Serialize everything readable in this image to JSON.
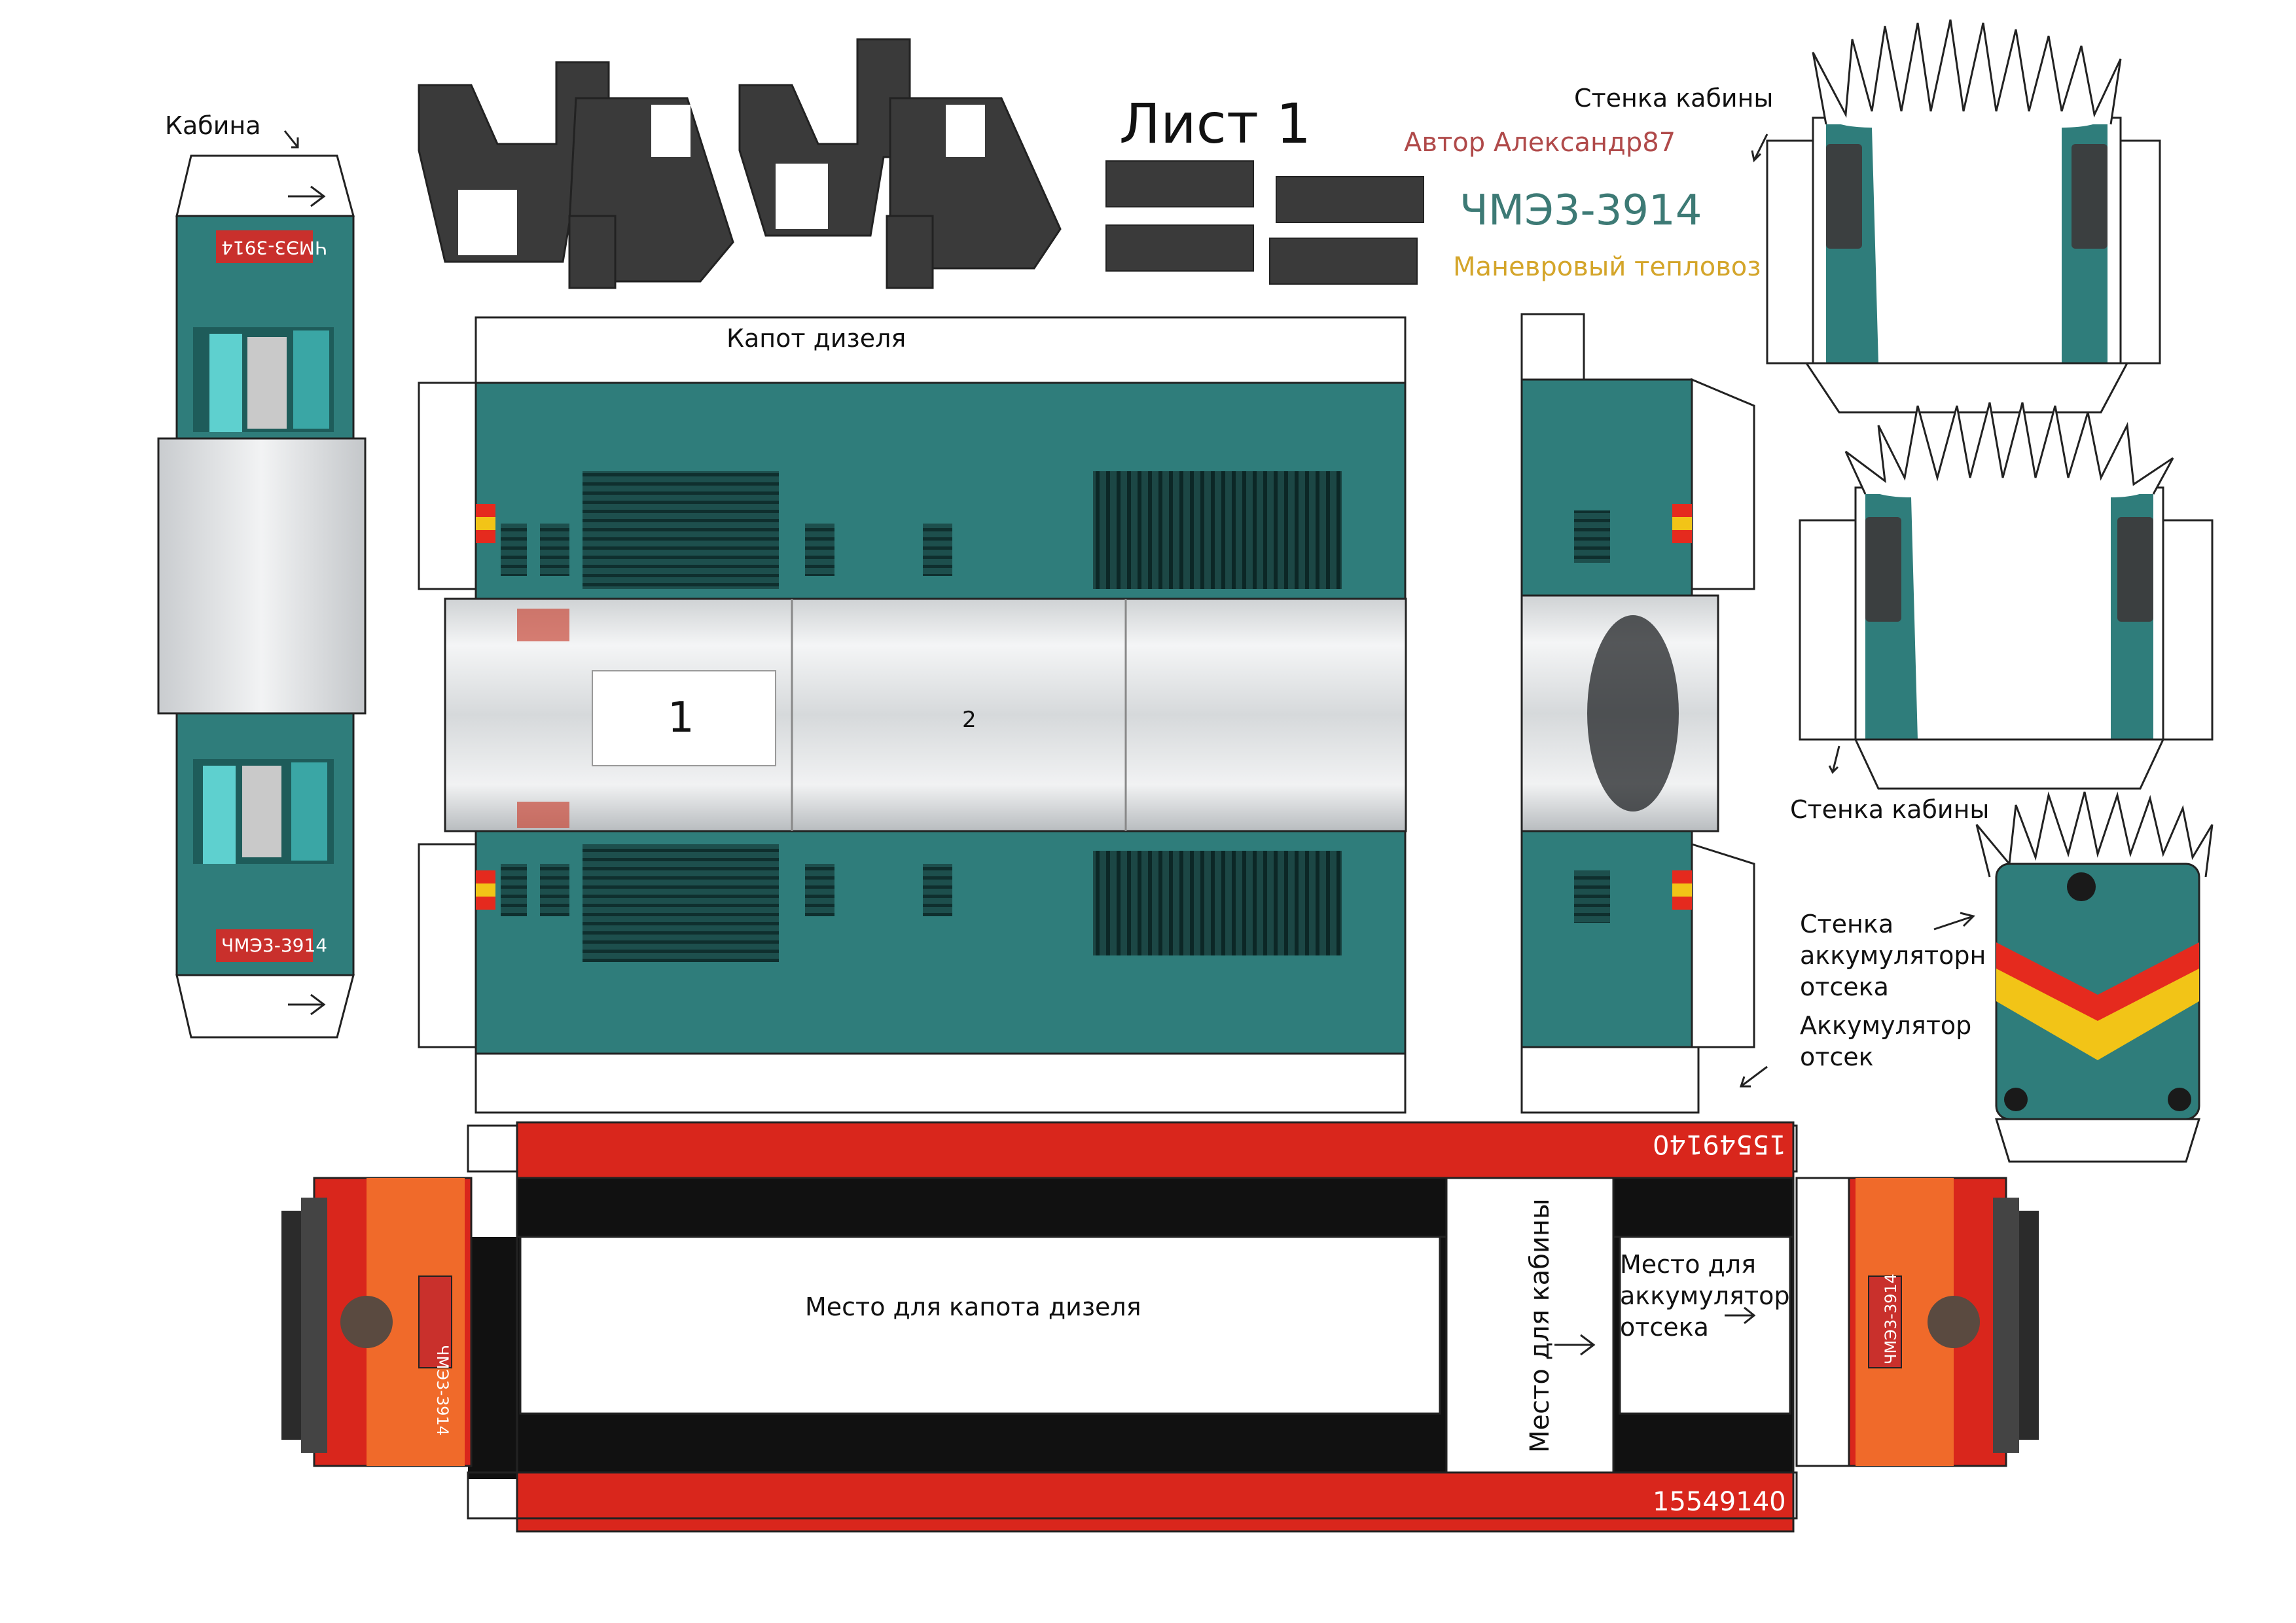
{
  "sheet": {
    "title": "Лист 1",
    "author": "Автор Александр87",
    "model": "ЧМЭ3-3914",
    "subtitle": "Маневровый тепловоз",
    "colors": {
      "teal": "#2f7d7b",
      "teal_dark": "#1f5f5d",
      "red": "#d9261c",
      "orange": "#f06a2a",
      "yellow": "#f2c417",
      "grey_dark": "#3a3a3a",
      "black": "#111111",
      "author": "#b04a4a",
      "model": "#3d7a75",
      "subtitle": "#d4a52a"
    }
  },
  "labels": {
    "cabin": "Кабина",
    "cabin_wall_top": "Стенка кабины",
    "cabin_wall_mid": "Стенка кабины",
    "diesel_hood": "Капот дизеля",
    "battery_wall": [
      "Стенка",
      "аккумуляторн",
      "отсека"
    ],
    "battery_comp": [
      "Аккумулятор",
      "отсек"
    ],
    "place_diesel_hood": "Место для капота дизеля",
    "place_cabin": "Место для кабины",
    "place_battery": [
      "Место для",
      "аккумулятор",
      "отсека"
    ],
    "hood_part_1": "1",
    "hood_part_2": "2",
    "plate_number": "ЧМЭ3-3914",
    "frame_number": "15549140"
  }
}
